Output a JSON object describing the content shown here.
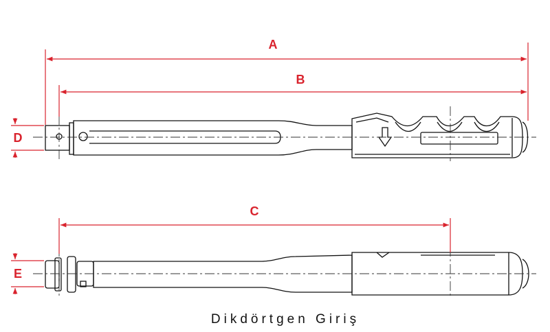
{
  "dimensions": {
    "a": "A",
    "b": "B",
    "c": "C",
    "d": "D",
    "e": "E"
  },
  "caption": "Dikdörtgen Giriş",
  "colors": {
    "dimension": "#d9232d",
    "outline": "#111111",
    "centerline": "#333333"
  }
}
